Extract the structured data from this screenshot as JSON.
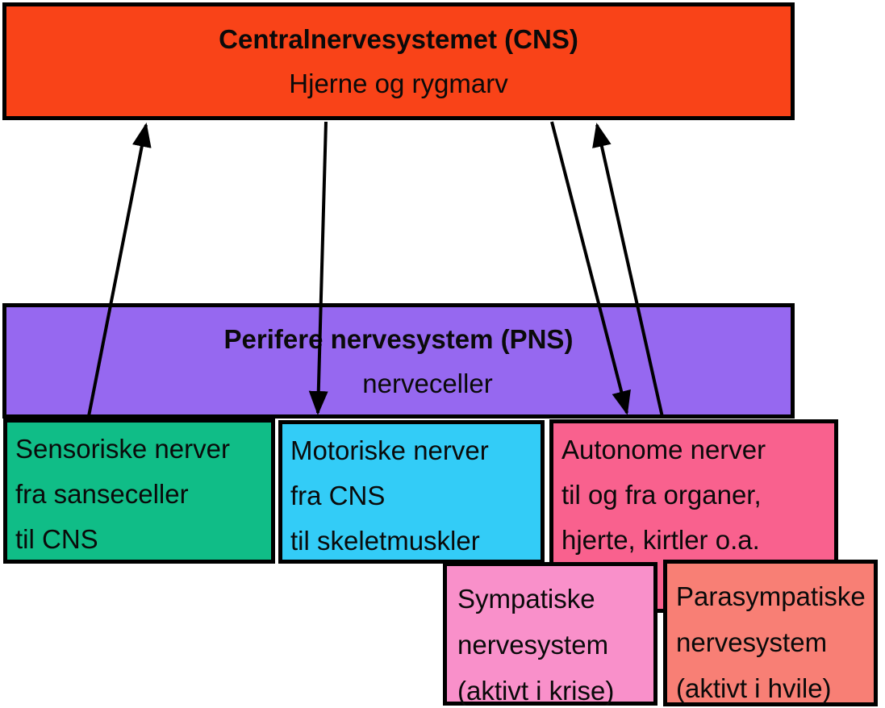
{
  "diagram": {
    "cns": {
      "title": "Centralnervesystemet (CNS)",
      "subtitle": "Hjerne og rygmarv",
      "fill": "#F94318"
    },
    "pns": {
      "title": "Perifere nervesystem (PNS)",
      "subtitle": "nerveceller",
      "fill": "#9668F0"
    },
    "branches": [
      {
        "name": "sensory",
        "lines": [
          "Sensoriske nerver",
          "fra sanseceller",
          "til CNS"
        ],
        "fill": "#10BD87"
      },
      {
        "name": "motor",
        "lines": [
          "Motoriske nerver",
          "fra CNS",
          "til skeletmuskler"
        ],
        "fill": "#33CCF7"
      },
      {
        "name": "autonomic",
        "lines": [
          "Autonome nerver",
          "til og fra organer,",
          "hjerte, kirtler o.a."
        ],
        "fill": "#F9618E"
      }
    ],
    "autonomic_sub": [
      {
        "name": "sympathetic",
        "lines": [
          "Sympatiske",
          "nervesystem",
          "(aktivt i krise)"
        ],
        "fill": "#F990CA"
      },
      {
        "name": "parasympathetic",
        "lines": [
          "Parasympatiske",
          "nervesystem",
          "(aktivt i hvile)"
        ],
        "fill": "#F87F75"
      }
    ],
    "colors": {
      "border": "#000000",
      "arrow": "#000000",
      "background": "#FFFFFF"
    }
  }
}
